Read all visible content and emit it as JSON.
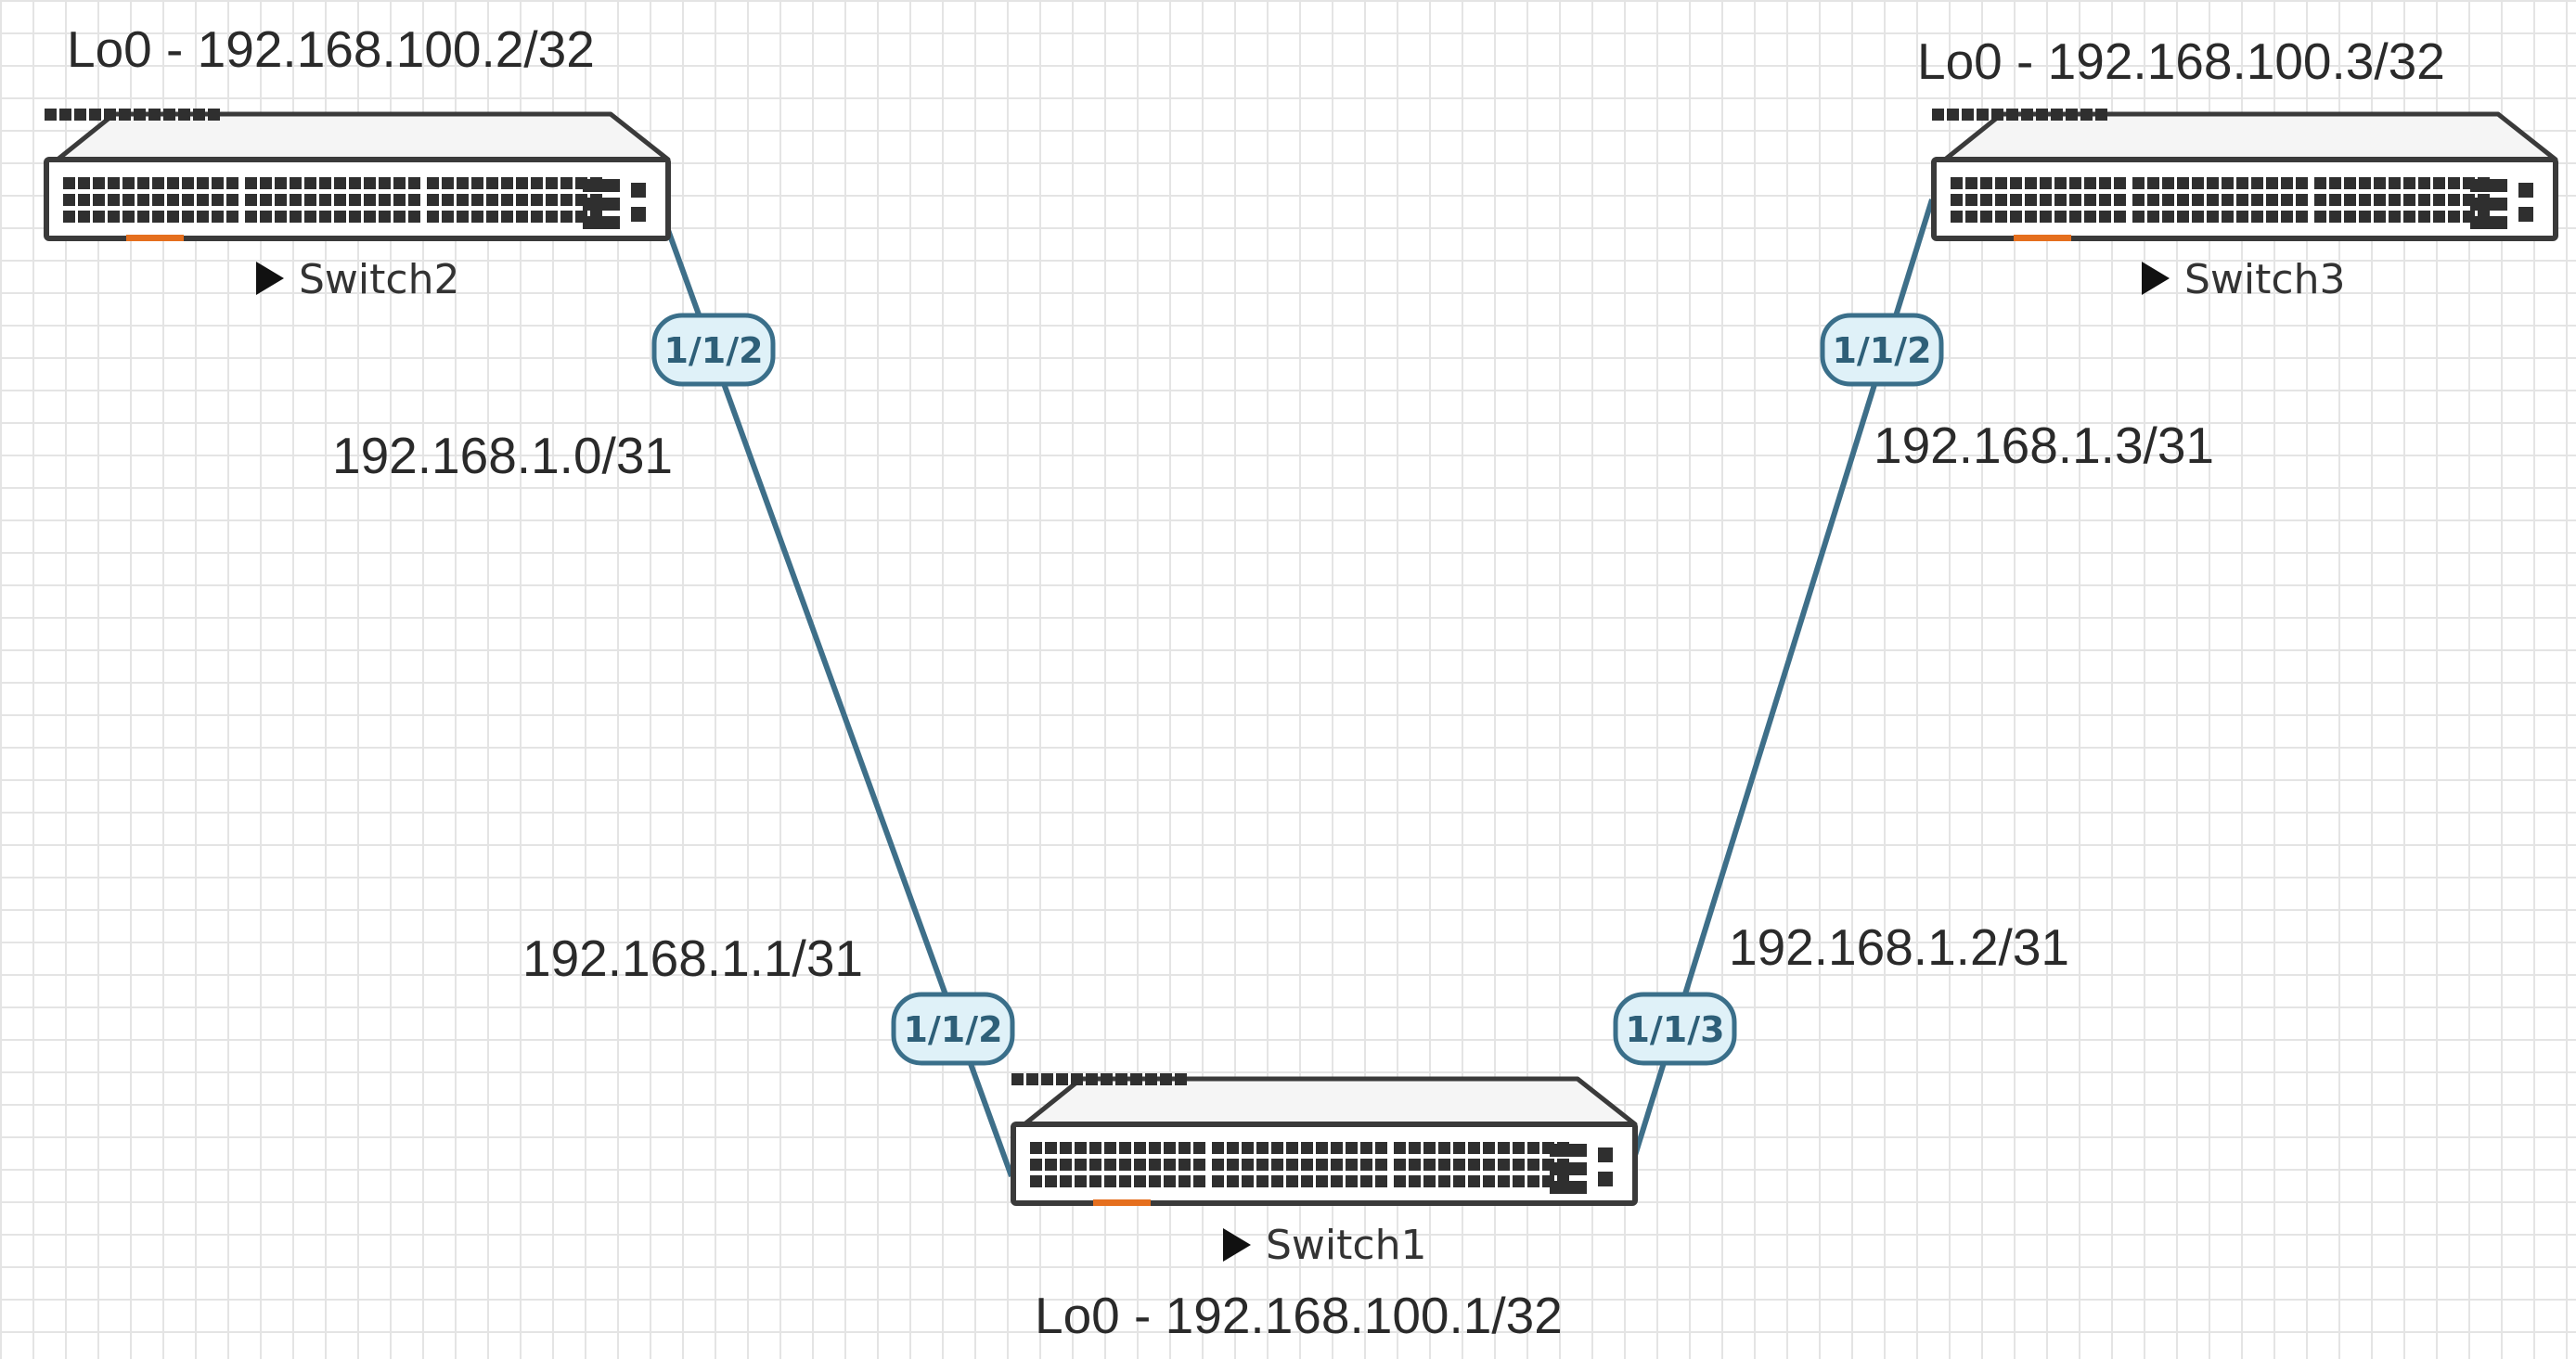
{
  "switches": {
    "switch1": {
      "name": "Switch1",
      "loopback": "Lo0 - 192.168.100.1/32"
    },
    "switch2": {
      "name": "Switch2",
      "loopback": "Lo0 - 192.168.100.2/32"
    },
    "switch3": {
      "name": "Switch3",
      "loopback": "Lo0 - 192.168.100.3/32"
    }
  },
  "links": {
    "sw2_sw1": {
      "sw2_port": "1/1/2",
      "sw2_ip": "192.168.1.0/31",
      "sw1_port": "1/1/2",
      "sw1_ip": "192.168.1.1/31"
    },
    "sw3_sw1": {
      "sw3_port": "1/1/2",
      "sw3_ip": "192.168.1.3/31",
      "sw1_port": "1/1/3",
      "sw1_ip": "192.168.1.2/31"
    }
  },
  "colors": {
    "link": "#3e6f89",
    "port_fill": "#dff1f8",
    "led": "#e56f1e"
  }
}
